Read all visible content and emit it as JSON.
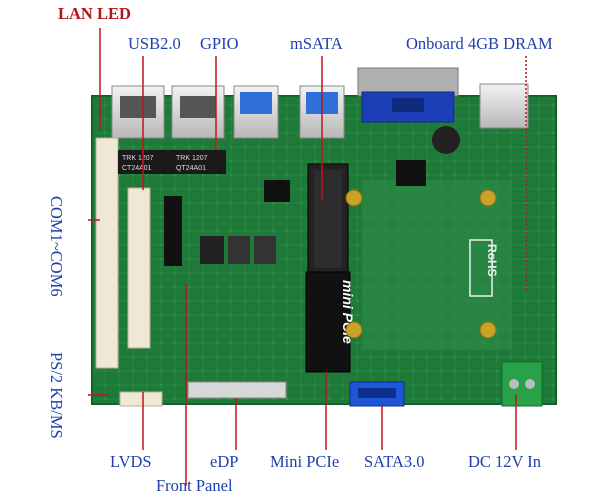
{
  "figure": {
    "title": "",
    "board": {
      "chip_marks": [
        "TRK 1207",
        "CT24A01",
        "TRK 1207",
        "QT24A01"
      ],
      "logo_text": "mini PCIe",
      "rohs_text": "RoHS"
    },
    "colors": {
      "label_blue": "#1f3fae",
      "label_red": "#b0141c",
      "leader": "#c5121c",
      "pcb_green": "#1f7a3a"
    }
  },
  "labels": {
    "lan_led": "LAN LED",
    "usb": "USB2.0",
    "gpio": "GPIO",
    "msata": "mSATA",
    "dram": "Onboard 4GB DRAM",
    "com": "COM1~COM6",
    "ps2": "PS/2 KB/MS",
    "lvds": "LVDS",
    "edp": "eDP",
    "minipcie": "Mini PCIe",
    "sata": "SATA3.0",
    "dc": "DC 12V In",
    "front_panel": "Front Panel"
  }
}
